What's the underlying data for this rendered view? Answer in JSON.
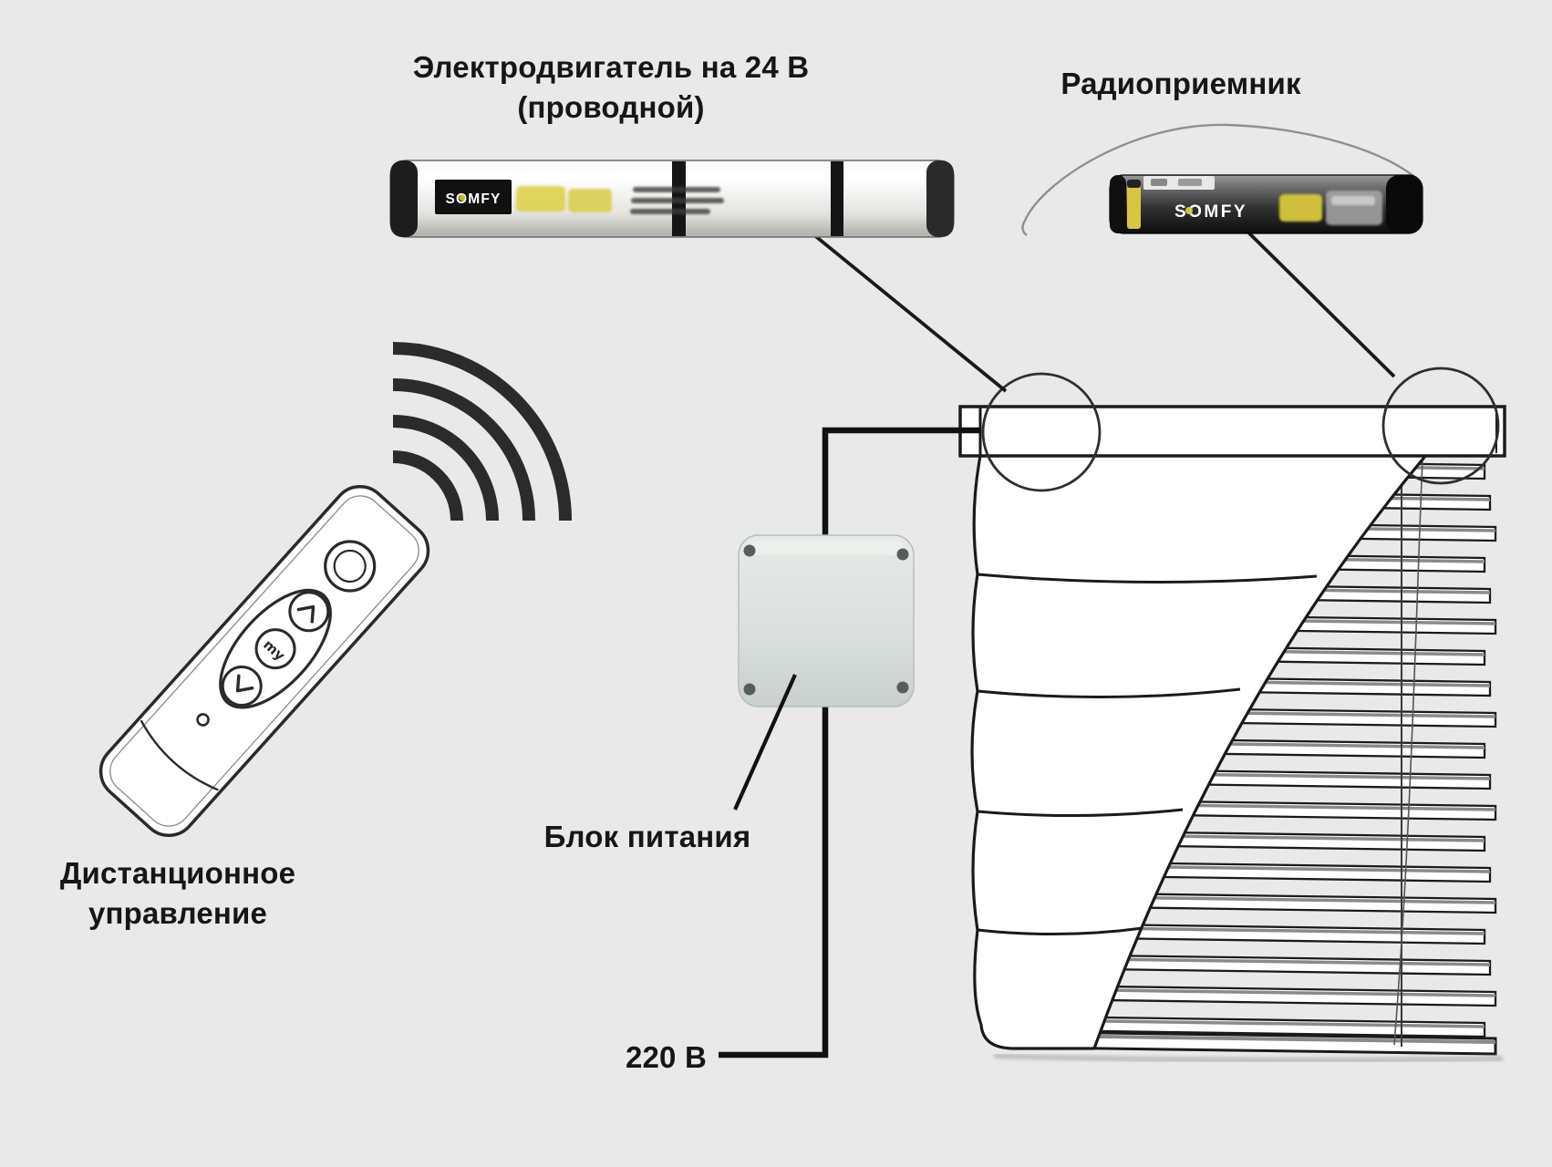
{
  "labels": {
    "motor_line1": "Электродвигатель на 24 В",
    "motor_line2": "(проводной)",
    "receiver": "Радиоприемник",
    "remote_line1": "Дистанционное",
    "remote_line2": "управление",
    "power_supply": "Блок питания",
    "mains_voltage": "220 В"
  },
  "devices": {
    "motor": {
      "brand": "SOMFY"
    },
    "receiver": {
      "brand": "SOMFY"
    },
    "remote": {
      "button_up_icon": "up-arrow",
      "button_my": "my",
      "button_down_icon": "down-arrow"
    }
  },
  "icons": [
    "wifi-waves-icon",
    "up-arrow-icon",
    "down-arrow-icon",
    "screw-icon"
  ],
  "colors": {
    "background": "#e9e9e9",
    "line": "#1a1a1a",
    "somfy_yellow": "#d8c73e",
    "power_box": "#d9dfdc",
    "slat_edge": "#8a8a8a",
    "receiver_dark": "#0d0d0d"
  }
}
